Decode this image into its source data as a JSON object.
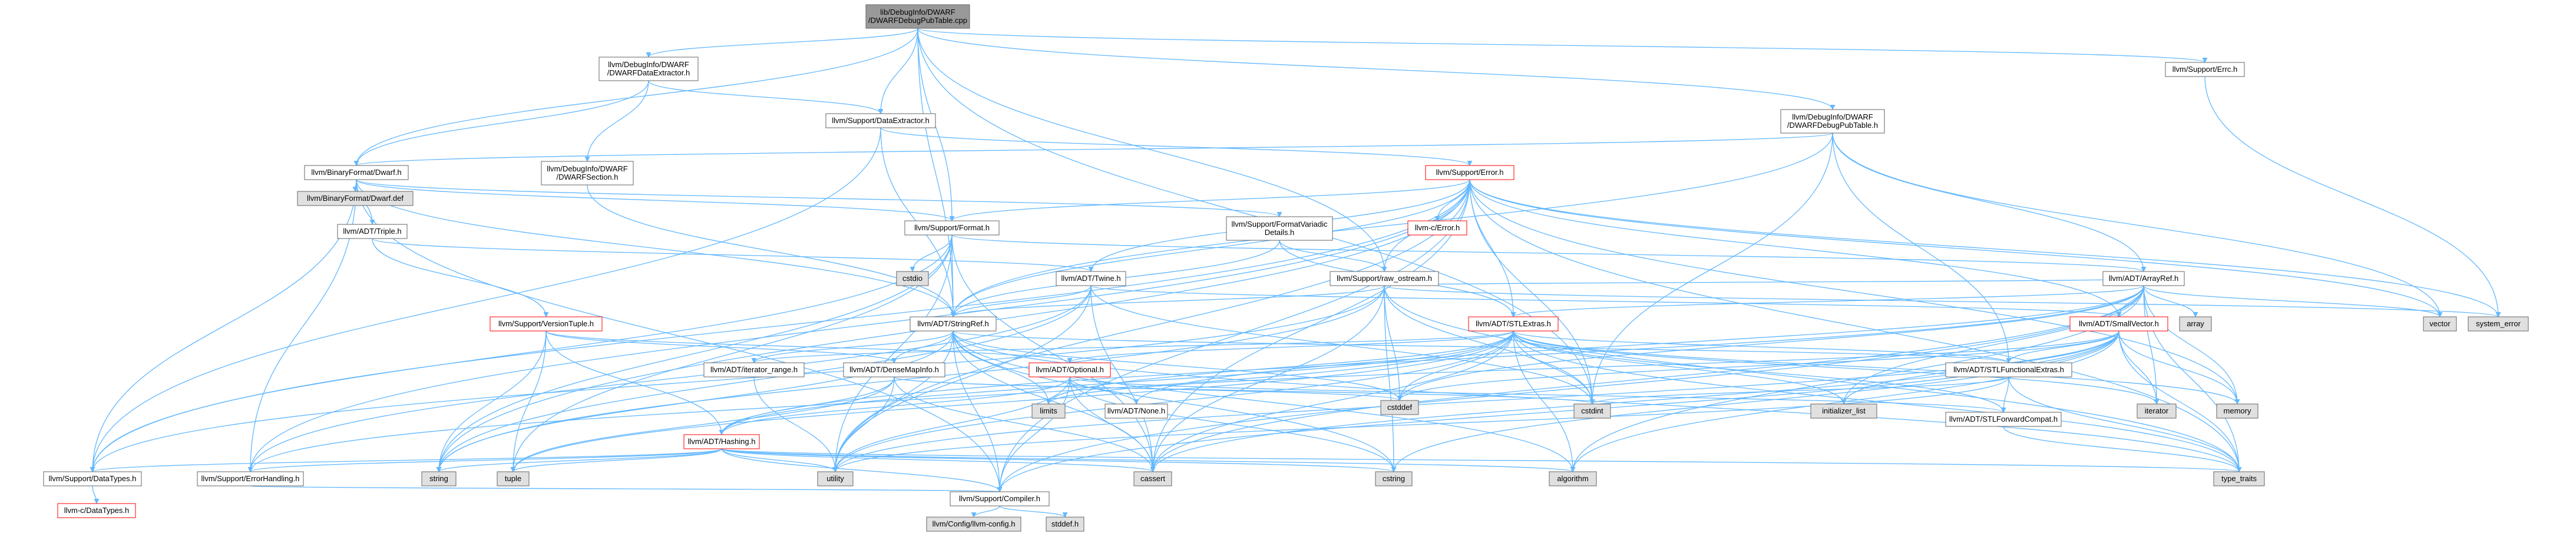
{
  "colors": {
    "node_fill": "#ffffff",
    "node_border": "#666666",
    "focus_fill": "#999999",
    "system_fill": "#e0e0e0",
    "external_border": "#ff0000",
    "external_text": "#ff0000",
    "edge": "#63b8ff",
    "edge_alt": "#8fa8bf"
  },
  "nodes": {
    "root": {
      "label": "lib/DebugInfo/DWARF\n/DWARFDebugPubTable.cpp",
      "kind": "focus"
    },
    "dwarfdataextractor": {
      "label": "llvm/DebugInfo/DWARF\n/DWARFDataExtractor.h",
      "kind": "normal"
    },
    "dataextractor": {
      "label": "llvm/Support/DataExtractor.h",
      "kind": "normal"
    },
    "dwarfh": {
      "label": "llvm/BinaryFormat/Dwarf.h",
      "kind": "normal"
    },
    "dwarfsection": {
      "label": "llvm/DebugInfo/DWARF\n/DWARFSection.h",
      "kind": "normal"
    },
    "dwarfdebugpubtable": {
      "label": "llvm/DebugInfo/DWARF\n/DWARFDebugPubTable.h",
      "kind": "normal"
    },
    "supporterr": {
      "label": "llvm/Support/Errc.h",
      "kind": "normal"
    },
    "supporterror": {
      "label": "llvm/Support/Error.h",
      "kind": "external"
    },
    "dwarfdef": {
      "label": "llvm/BinaryFormat/Dwarf.def",
      "kind": "system"
    },
    "triple": {
      "label": "llvm/ADT/Triple.h",
      "kind": "normal"
    },
    "format": {
      "label": "llvm/Support/Format.h",
      "kind": "normal"
    },
    "formatvariadic": {
      "label": "llvm/Support/FormatVariadic\nDetails.h",
      "kind": "normal"
    },
    "cerror": {
      "label": "llvm-c/Error.h",
      "kind": "external"
    },
    "cstdio": {
      "label": "cstdio",
      "kind": "system"
    },
    "twine": {
      "label": "llvm/ADT/Twine.h",
      "kind": "normal"
    },
    "rawostream": {
      "label": "llvm/Support/raw_ostream.h",
      "kind": "normal"
    },
    "arrayref": {
      "label": "llvm/ADT/ArrayRef.h",
      "kind": "normal"
    },
    "versiontuple": {
      "label": "llvm/Support/VersionTuple.h",
      "kind": "external"
    },
    "stringref": {
      "label": "llvm/ADT/StringRef.h",
      "kind": "normal"
    },
    "stlextras": {
      "label": "llvm/ADT/STLExtras.h",
      "kind": "external"
    },
    "smallvector": {
      "label": "llvm/ADT/SmallVector.h",
      "kind": "external"
    },
    "array": {
      "label": "array",
      "kind": "system"
    },
    "vector": {
      "label": "vector",
      "kind": "system"
    },
    "systemerror": {
      "label": "system_error",
      "kind": "system"
    },
    "iteratorrange": {
      "label": "llvm/ADT/iterator_range.h",
      "kind": "normal"
    },
    "densemapinfo": {
      "label": "llvm/ADT/DenseMapInfo.h",
      "kind": "normal"
    },
    "optional": {
      "label": "llvm/ADT/Optional.h",
      "kind": "external"
    },
    "limits": {
      "label": "limits",
      "kind": "system"
    },
    "initlist": {
      "label": "initializer_list",
      "kind": "system"
    },
    "iterator": {
      "label": "iterator",
      "kind": "system"
    },
    "memory": {
      "label": "memory",
      "kind": "system"
    },
    "stlfunctional": {
      "label": "llvm/ADT/STLFunctionalExtras.h",
      "kind": "normal"
    },
    "hashing": {
      "label": "llvm/ADT/Hashing.h",
      "kind": "external"
    },
    "none": {
      "label": "llvm/ADT/None.h",
      "kind": "normal"
    },
    "cstddef": {
      "label": "cstddef",
      "kind": "system"
    },
    "cstdint": {
      "label": "cstdint",
      "kind": "system"
    },
    "stlforwardcompat": {
      "label": "llvm/ADT/STLForwardCompat.h",
      "kind": "normal"
    },
    "datatypes": {
      "label": "llvm/Support/DataTypes.h",
      "kind": "normal"
    },
    "errorhandling": {
      "label": "llvm/Support/ErrorHandling.h",
      "kind": "normal"
    },
    "string": {
      "label": "string",
      "kind": "system"
    },
    "tuple": {
      "label": "tuple",
      "kind": "system"
    },
    "utility": {
      "label": "utility",
      "kind": "system"
    },
    "cassert": {
      "label": "cassert",
      "kind": "system"
    },
    "cstring": {
      "label": "cstring",
      "kind": "system"
    },
    "algorithm": {
      "label": "algorithm",
      "kind": "system"
    },
    "typetraits": {
      "label": "type_traits",
      "kind": "system"
    },
    "cdatatypes": {
      "label": "llvm-c/DataTypes.h",
      "kind": "external"
    },
    "compiler": {
      "label": "llvm/Support/Compiler.h",
      "kind": "normal"
    },
    "llvmconfig": {
      "label": "llvm/Config/llvm-config.h",
      "kind": "system"
    },
    "stddef": {
      "label": "stddef.h",
      "kind": "system"
    }
  },
  "edges": [
    [
      "root",
      "dwarfdataextractor"
    ],
    [
      "root",
      "dataextractor"
    ],
    [
      "root",
      "dwarfh"
    ],
    [
      "root",
      "dwarfdebugpubtable"
    ],
    [
      "root",
      "supporterr"
    ],
    [
      "root",
      "format"
    ],
    [
      "root",
      "rawostream"
    ],
    [
      "root",
      "cstdint"
    ],
    [
      "root",
      "stringref"
    ],
    [
      "dwarfdataextractor",
      "dataextractor"
    ],
    [
      "dwarfdataextractor",
      "dwarfh"
    ],
    [
      "dwarfdataextractor",
      "dwarfsection"
    ],
    [
      "dataextractor",
      "supporterror"
    ],
    [
      "dataextractor",
      "datatypes"
    ],
    [
      "dataextractor",
      "stringref"
    ],
    [
      "dwarfsection",
      "stringref"
    ],
    [
      "dwarfh",
      "dwarfdef"
    ],
    [
      "dwarfh",
      "triple"
    ],
    [
      "dwarfh",
      "format"
    ],
    [
      "dwarfh",
      "formatvariadic"
    ],
    [
      "dwarfh",
      "errorhandling"
    ],
    [
      "dwarfh",
      "datatypes"
    ],
    [
      "dwarfh",
      "compiler"
    ],
    [
      "dwarfh",
      "stringref"
    ],
    [
      "dwarfdebugpubtable",
      "dwarfh"
    ],
    [
      "dwarfdebugpubtable",
      "arrayref"
    ],
    [
      "dwarfdebugpubtable",
      "cstdint"
    ],
    [
      "dwarfdebugpubtable",
      "vector"
    ],
    [
      "dwarfdebugpubtable",
      "stringref"
    ],
    [
      "dwarfdebugpubtable",
      "stlfunctional"
    ],
    [
      "supporterr",
      "systemerror"
    ],
    [
      "supporterror",
      "cerror"
    ],
    [
      "supporterror",
      "stlextras"
    ],
    [
      "supporterror",
      "smallvector"
    ],
    [
      "supporterror",
      "twine"
    ],
    [
      "supporterror",
      "format"
    ],
    [
      "supporterror",
      "rawostream"
    ],
    [
      "supporterror",
      "compiler"
    ],
    [
      "supporterror",
      "errorhandling"
    ],
    [
      "supporterror",
      "cassert"
    ],
    [
      "supporterror",
      "cstdint"
    ],
    [
      "supporterror",
      "memory"
    ],
    [
      "supporterror",
      "string"
    ],
    [
      "supporterror",
      "systemerror"
    ],
    [
      "supporterror",
      "typetraits"
    ],
    [
      "supporterror",
      "utility"
    ],
    [
      "supporterror",
      "vector"
    ],
    [
      "supporterror",
      "datatypes"
    ],
    [
      "supporterror",
      "stringref"
    ],
    [
      "triple",
      "twine"
    ],
    [
      "triple",
      "versiontuple"
    ],
    [
      "format",
      "arrayref"
    ],
    [
      "format",
      "stringref"
    ],
    [
      "format",
      "datatypes"
    ],
    [
      "format",
      "cassert"
    ],
    [
      "format",
      "cstdio"
    ],
    [
      "format",
      "tuple"
    ],
    [
      "format",
      "utility"
    ],
    [
      "format",
      "string"
    ],
    [
      "formatvariadic",
      "stringref"
    ],
    [
      "formatvariadic",
      "rawostream"
    ],
    [
      "formatvariadic",
      "stlextras"
    ],
    [
      "twine",
      "smallvector"
    ],
    [
      "twine",
      "stringref"
    ],
    [
      "twine",
      "errorhandling"
    ],
    [
      "twine",
      "cassert"
    ],
    [
      "twine",
      "cstdint"
    ],
    [
      "twine",
      "string"
    ],
    [
      "twine",
      "utility"
    ],
    [
      "rawostream",
      "arrayref"
    ],
    [
      "rawostream",
      "stringref"
    ],
    [
      "rawostream",
      "datatypes"
    ],
    [
      "rawostream",
      "cassert"
    ],
    [
      "rawostream",
      "cstddef"
    ],
    [
      "rawostream",
      "cstdint"
    ],
    [
      "rawostream",
      "cstring"
    ],
    [
      "rawostream",
      "string"
    ],
    [
      "rawostream",
      "systemerror"
    ],
    [
      "rawostream",
      "typetraits"
    ],
    [
      "arrayref",
      "hashing"
    ],
    [
      "arrayref",
      "none"
    ],
    [
      "arrayref",
      "smallvector"
    ],
    [
      "arrayref",
      "stlextras"
    ],
    [
      "arrayref",
      "compiler"
    ],
    [
      "arrayref",
      "algorithm"
    ],
    [
      "arrayref",
      "array"
    ],
    [
      "arrayref",
      "cassert"
    ],
    [
      "arrayref",
      "cstddef"
    ],
    [
      "arrayref",
      "initlist"
    ],
    [
      "arrayref",
      "iterator"
    ],
    [
      "arrayref",
      "memory"
    ],
    [
      "arrayref",
      "typetraits"
    ],
    [
      "arrayref",
      "vector"
    ],
    [
      "versiontuple",
      "densemapinfo"
    ],
    [
      "versiontuple",
      "hashing"
    ],
    [
      "versiontuple",
      "optional"
    ],
    [
      "versiontuple",
      "string"
    ],
    [
      "versiontuple",
      "tuple"
    ],
    [
      "stringref",
      "stlfunctional"
    ],
    [
      "stringref",
      "iteratorrange"
    ],
    [
      "stringref",
      "compiler"
    ],
    [
      "stringref",
      "algorithm"
    ],
    [
      "stringref",
      "cassert"
    ],
    [
      "stringref",
      "cstddef"
    ],
    [
      "stringref",
      "cstring"
    ],
    [
      "stringref",
      "limits"
    ],
    [
      "stringref",
      "string"
    ],
    [
      "stringref",
      "typetraits"
    ],
    [
      "stringref",
      "utility"
    ],
    [
      "stringref",
      "densemapinfo"
    ],
    [
      "stlextras",
      "stlforwardcompat"
    ],
    [
      "stlextras",
      "stlfunctional"
    ],
    [
      "stlextras",
      "iteratorrange"
    ],
    [
      "stlextras",
      "optional"
    ],
    [
      "stlextras",
      "hashing"
    ],
    [
      "stlextras",
      "errorhandling"
    ],
    [
      "stlextras",
      "algorithm"
    ],
    [
      "stlextras",
      "cassert"
    ],
    [
      "stlextras",
      "cstddef"
    ],
    [
      "stlextras",
      "cstdint"
    ],
    [
      "stlextras",
      "initlist"
    ],
    [
      "stlextras",
      "iterator"
    ],
    [
      "stlextras",
      "limits"
    ],
    [
      "stlextras",
      "memory"
    ],
    [
      "stlextras",
      "tuple"
    ],
    [
      "stlextras",
      "typetraits"
    ],
    [
      "stlextras",
      "utility"
    ],
    [
      "smallvector",
      "compiler"
    ],
    [
      "smallvector",
      "algorithm"
    ],
    [
      "smallvector",
      "cassert"
    ],
    [
      "smallvector",
      "cstddef"
    ],
    [
      "smallvector",
      "cstdlib_x"
    ],
    [
      "smallvector",
      "cstring"
    ],
    [
      "smallvector",
      "initlist"
    ],
    [
      "smallvector",
      "iterator"
    ],
    [
      "smallvector",
      "limits"
    ],
    [
      "smallvector",
      "memory"
    ],
    [
      "smallvector",
      "typetraits"
    ],
    [
      "smallvector",
      "utility"
    ],
    [
      "smallvector",
      "stlfunctional"
    ],
    [
      "iteratorrange",
      "utility"
    ],
    [
      "densemapinfo",
      "cassert"
    ],
    [
      "densemapinfo",
      "cstddef"
    ],
    [
      "densemapinfo",
      "cstdint"
    ],
    [
      "densemapinfo",
      "tuple"
    ],
    [
      "densemapinfo",
      "utility"
    ],
    [
      "densemapinfo",
      "hashing"
    ],
    [
      "optional",
      "none"
    ],
    [
      "optional",
      "stlforwardcompat"
    ],
    [
      "optional",
      "compiler"
    ],
    [
      "optional",
      "cassert"
    ],
    [
      "optional",
      "cstring"
    ],
    [
      "optional",
      "new_x"
    ],
    [
      "optional",
      "utility"
    ],
    [
      "optional",
      "hashing"
    ],
    [
      "stlfunctional",
      "stlforwardcompat"
    ],
    [
      "stlfunctional",
      "cstdint"
    ],
    [
      "stlfunctional",
      "typetraits"
    ],
    [
      "stlfunctional",
      "utility"
    ],
    [
      "hashing",
      "errorhandling"
    ],
    [
      "hashing",
      "datatypes"
    ],
    [
      "hashing",
      "algorithm"
    ],
    [
      "hashing",
      "cassert"
    ],
    [
      "hashing",
      "cstring"
    ],
    [
      "hashing",
      "string"
    ],
    [
      "hashing",
      "tuple"
    ],
    [
      "hashing",
      "utility"
    ],
    [
      "hashing",
      "typetraits"
    ],
    [
      "hashing",
      "compiler"
    ],
    [
      "stlforwardcompat",
      "typetraits"
    ],
    [
      "datatypes",
      "cdatatypes"
    ],
    [
      "errorhandling",
      "compiler"
    ],
    [
      "compiler",
      "llvmconfig"
    ],
    [
      "compiler",
      "stddef"
    ]
  ]
}
